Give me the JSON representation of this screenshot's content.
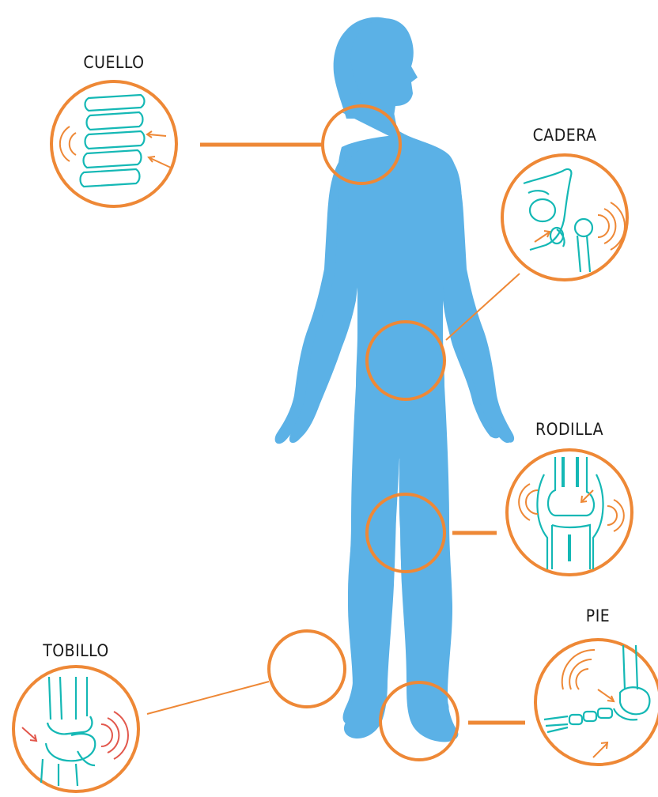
{
  "colors": {
    "body": "#5BB1E6",
    "accent": "#EE8836",
    "bone": "#14B8B5",
    "pain": "#E2574C",
    "label": "#1a1a1a"
  },
  "labels": {
    "cuello": "CUELLO",
    "cadera": "CADERA",
    "rodilla": "RODILLA",
    "pie": "PIE",
    "tobillo": "TOBILLO"
  },
  "icons": {
    "cuello": "cervical-spine-icon",
    "cadera": "hip-joint-icon",
    "rodilla": "knee-joint-icon",
    "pie": "foot-bones-icon",
    "tobillo": "ankle-joint-icon"
  }
}
